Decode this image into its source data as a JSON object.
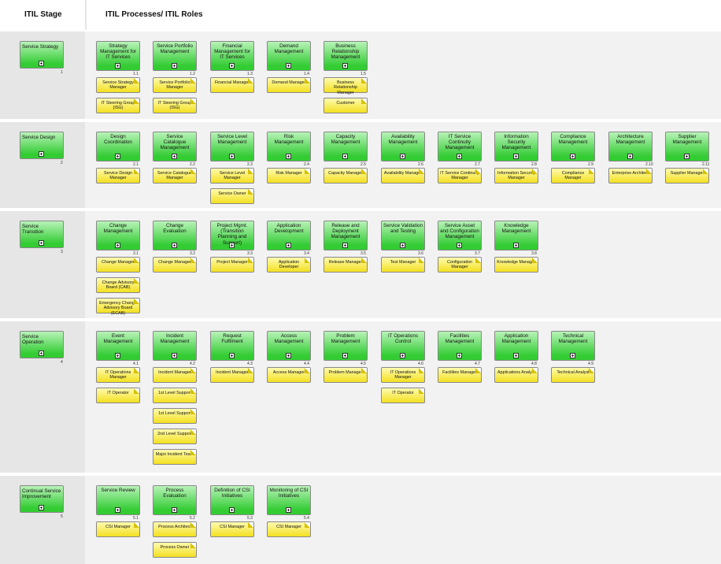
{
  "headers": {
    "stage": "ITIL Stage",
    "processes": "ITIL Processes/ ITIL Roles"
  },
  "colors": {
    "process_fill": "#33cc33",
    "role_fill": "#f3e020",
    "band": "#f2f2f2"
  },
  "stages": [
    {
      "name": "Service Strategy",
      "number": "1",
      "processes": [
        {
          "name": "Strategy Management for IT Services",
          "number": "1.1",
          "roles": [
            "Service Strategy Manager",
            "IT Steering Group (ISG)"
          ]
        },
        {
          "name": "Service Portfolio Management",
          "number": "1.2",
          "roles": [
            "Service Portfolio Manager",
            "IT Steering Group (ISG)"
          ]
        },
        {
          "name": "Financial Management for IT Services",
          "number": "1.3",
          "roles": [
            "Financial Manager"
          ]
        },
        {
          "name": "Demand Management",
          "number": "1.4",
          "roles": [
            "Demand Manager"
          ]
        },
        {
          "name": "Business Relationship Management",
          "number": "1.5",
          "roles": [
            "Business Relationship Manager",
            "Customer"
          ]
        }
      ]
    },
    {
      "name": "Service Design",
      "number": "2",
      "processes": [
        {
          "name": "Design Coordination",
          "number": "2.1",
          "roles": [
            "Service Design Manager"
          ]
        },
        {
          "name": "Service Catalogue Management",
          "number": "2.2",
          "roles": [
            "Service Catalogue Manager"
          ]
        },
        {
          "name": "Service Level Management",
          "number": "2.3",
          "roles": [
            "Service Level Manager",
            "Service Owner"
          ]
        },
        {
          "name": "Risk Management",
          "number": "2.4",
          "roles": [
            "Risk Manager"
          ]
        },
        {
          "name": "Capacity Management",
          "number": "2.5",
          "roles": [
            "Capacity Manager"
          ]
        },
        {
          "name": "Availability Management",
          "number": "2.6",
          "roles": [
            "Availability Manager"
          ]
        },
        {
          "name": "IT Service Continuity Management",
          "number": "2.7",
          "roles": [
            "IT Service Continuity Manager"
          ]
        },
        {
          "name": "Information Security Management",
          "number": "2.8",
          "roles": [
            "Information Security Manager"
          ]
        },
        {
          "name": "Compliance Management",
          "number": "2.9",
          "roles": [
            "Compliance Manager"
          ]
        },
        {
          "name": "Architecture Management",
          "number": "2.10",
          "roles": [
            "Enterprise Architect"
          ]
        },
        {
          "name": "Supplier Management",
          "number": "2.11",
          "roles": [
            "Supplier Manager"
          ]
        }
      ]
    },
    {
      "name": "Service Transition",
      "number": "3",
      "processes": [
        {
          "name": "Change Management",
          "number": "3.1",
          "roles": [
            "Change Manager",
            "Change Advisory Board (CAB)",
            "Emergency Change Advisory Board (ECAB)"
          ]
        },
        {
          "name": "Change Evaluation",
          "number": "3.2",
          "roles": [
            "Change Manager"
          ]
        },
        {
          "name": "Project Mgmt. (Transition Planning and Support)",
          "number": "3.3",
          "roles": [
            "Project Manager"
          ]
        },
        {
          "name": "Application Development",
          "number": "3.4",
          "roles": [
            "Application Developer"
          ]
        },
        {
          "name": "Release and Deployment Management",
          "number": "3.5",
          "roles": [
            "Release Manager"
          ]
        },
        {
          "name": "Service Validation and Testing",
          "number": "3.6",
          "roles": [
            "Test Manager"
          ]
        },
        {
          "name": "Service Asset and Configuration Management",
          "number": "3.7",
          "roles": [
            "Configuration Manager"
          ]
        },
        {
          "name": "Knowledge Management",
          "number": "3.8",
          "roles": [
            "Knowledge Manager"
          ]
        }
      ]
    },
    {
      "name": "Service Operation",
      "number": "4",
      "processes": [
        {
          "name": "Event Management",
          "number": "4.1",
          "roles": [
            "IT Operations Manager",
            "IT Operator"
          ]
        },
        {
          "name": "Incident Management",
          "number": "4.2",
          "roles": [
            "Incident Manager",
            "1st Level Support",
            "1st Level Support",
            "2nd Level Support",
            "Major Incident Team"
          ]
        },
        {
          "name": "Request Fulfilment",
          "number": "4.3",
          "roles": [
            "Incident Manager"
          ]
        },
        {
          "name": "Access Management",
          "number": "4.4",
          "roles": [
            "Access Manager"
          ]
        },
        {
          "name": "Problem Management",
          "number": "4.5",
          "roles": [
            "Problem Manager"
          ]
        },
        {
          "name": "IT Operations Control",
          "number": "4.6",
          "roles": [
            "IT Operations Manager",
            "IT Operator"
          ]
        },
        {
          "name": "Facilities Management",
          "number": "4.7",
          "roles": [
            "Facilities Manager"
          ]
        },
        {
          "name": "Application Management",
          "number": "4.8",
          "roles": [
            "Applications Analyst"
          ]
        },
        {
          "name": "Technical Management",
          "number": "4.9",
          "roles": [
            "Technical Analyst"
          ]
        }
      ]
    },
    {
      "name": "Continual Service Improvement",
      "number": "5",
      "processes": [
        {
          "name": "Service Review",
          "number": "5.1",
          "roles": [
            "CSI Manager"
          ]
        },
        {
          "name": "Process Evaluation",
          "number": "5.2",
          "roles": [
            "Process Architect",
            "Process Owner"
          ]
        },
        {
          "name": "Definition of CSI Initiatives",
          "number": "5.3",
          "roles": [
            "CSI Manager"
          ]
        },
        {
          "name": "Monitoring of CSI Initiatives",
          "number": "5.4",
          "roles": [
            "CSI Manager"
          ]
        }
      ]
    }
  ]
}
